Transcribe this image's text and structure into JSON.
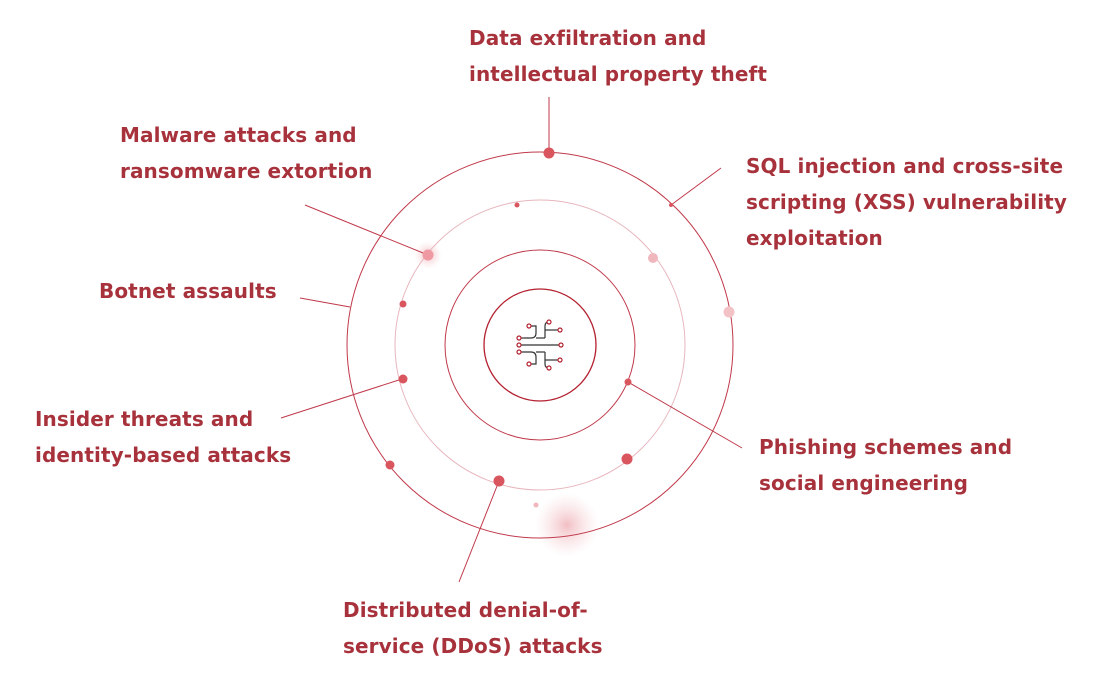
{
  "colors": {
    "accent": "#a8323c",
    "ring": "#c0394a",
    "ring_light": "#e7b6bd",
    "dot": "#d9565f",
    "icon_dark": "#333333"
  },
  "center_icon": "circuit-icon",
  "threats": [
    {
      "id": "data-exfiltration",
      "lines": [
        "Data exfiltration and",
        "intellectual property theft"
      ]
    },
    {
      "id": "sql-injection",
      "lines": [
        "SQL injection and cross-site",
        "scripting (XSS) vulnerability",
        "exploitation"
      ]
    },
    {
      "id": "malware",
      "lines": [
        "Malware attacks and",
        "ransomware extortion"
      ]
    },
    {
      "id": "botnet",
      "lines": [
        "Botnet assaults"
      ]
    },
    {
      "id": "insider",
      "lines": [
        "Insider threats and",
        "identity-based attacks"
      ]
    },
    {
      "id": "phishing",
      "lines": [
        "Phishing schemes and",
        "social engineering"
      ]
    },
    {
      "id": "ddos",
      "lines": [
        "Distributed denial-of-",
        "service (DDoS) attacks"
      ]
    }
  ]
}
